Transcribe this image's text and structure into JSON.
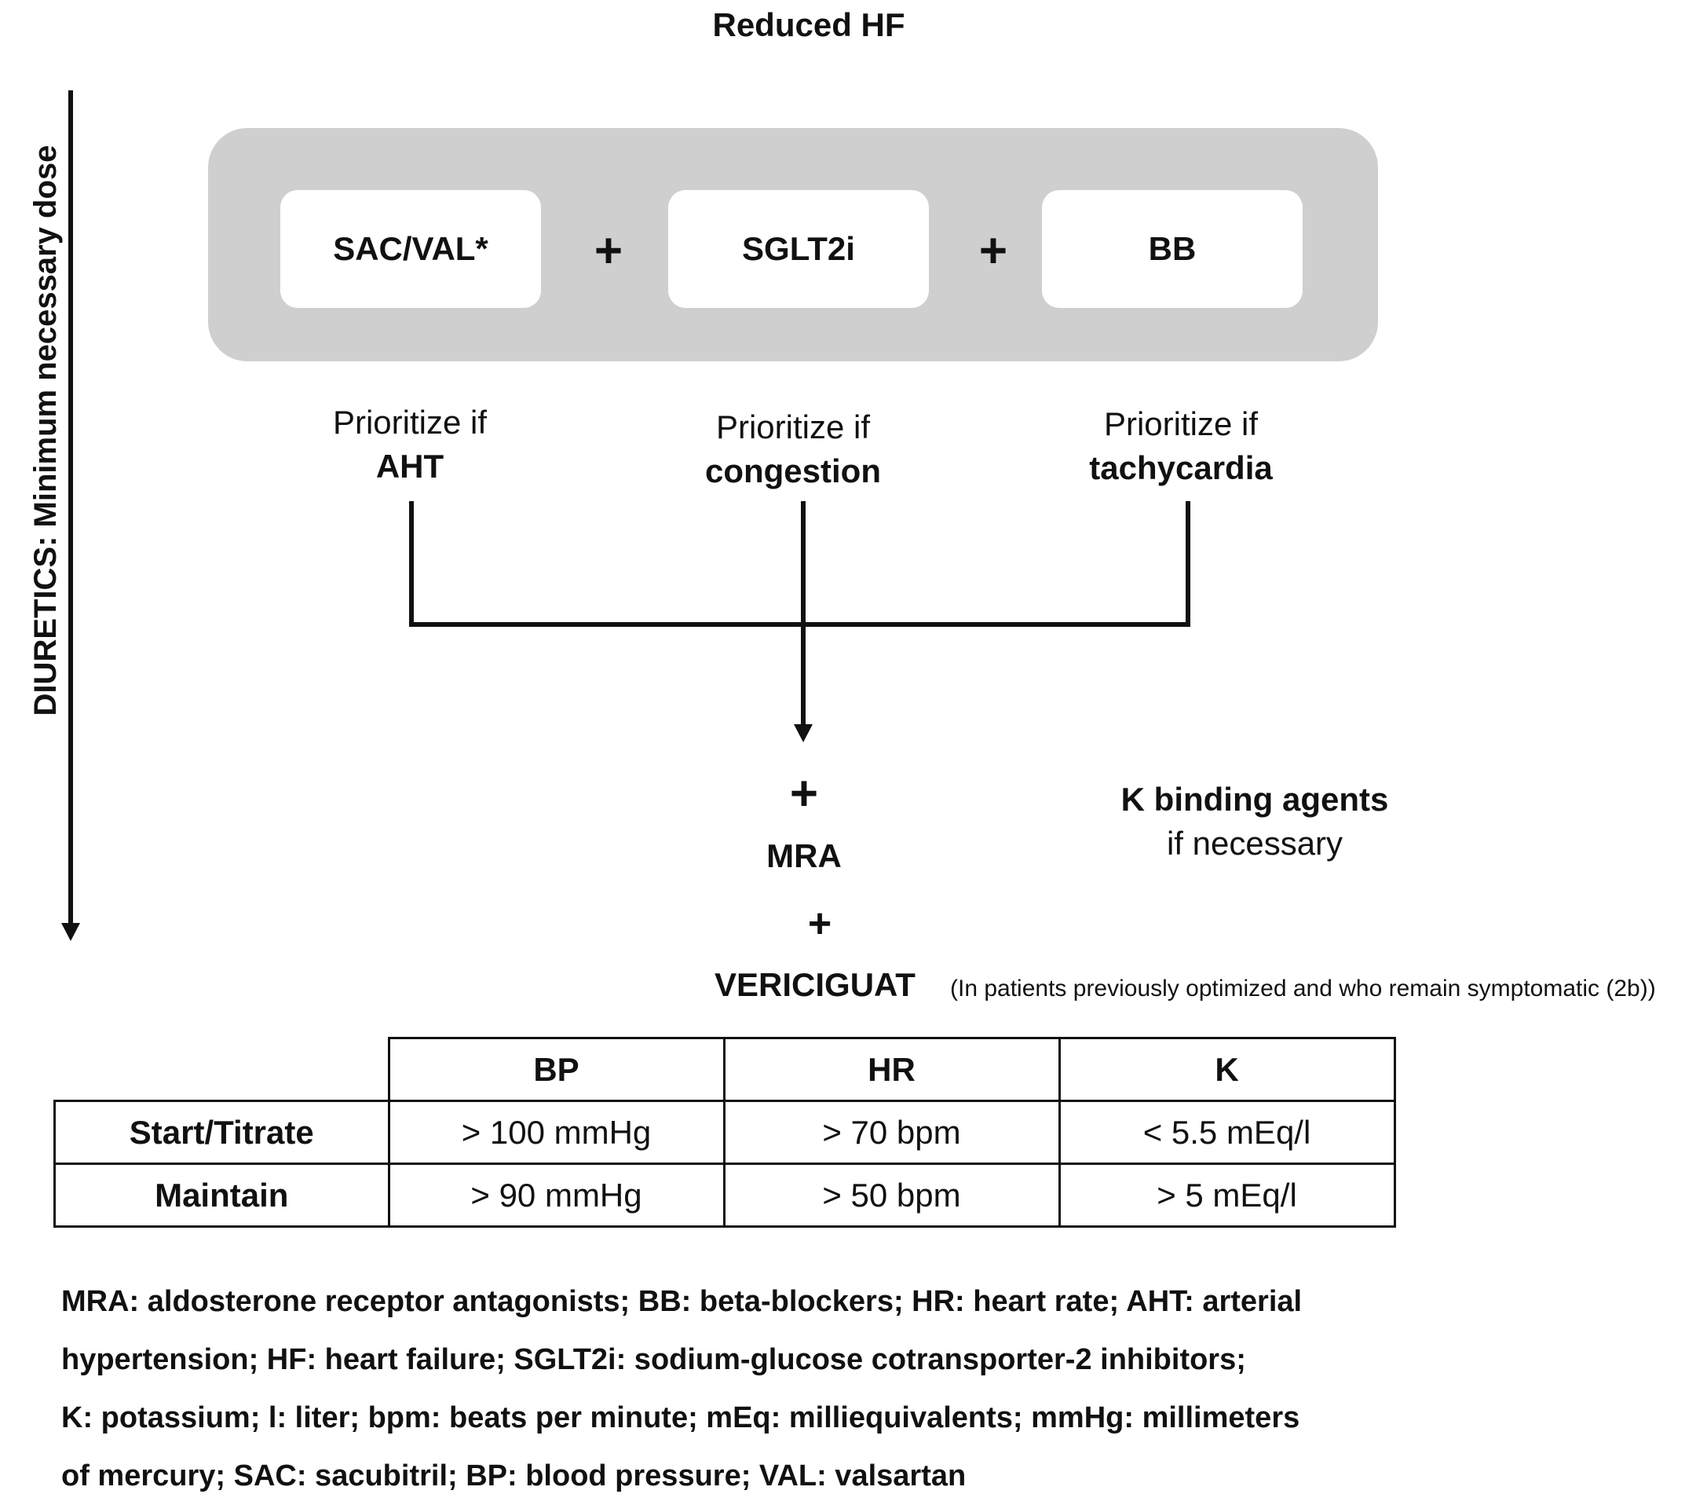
{
  "title": "Reduced HF",
  "side_label": "DIURETICS: Minimum necessary dose",
  "drugs": [
    {
      "label": "SAC/VAL*"
    },
    {
      "label": "SGLT2i"
    },
    {
      "label": "BB"
    }
  ],
  "plus_sign": "+",
  "prioritize": [
    {
      "prefix": "Prioritize if",
      "condition": "AHT"
    },
    {
      "prefix": "Prioritize if",
      "condition": "congestion"
    },
    {
      "prefix": "Prioritize if",
      "condition": "tachycardia"
    }
  ],
  "add_ons": {
    "mra": "MRA",
    "vericiguat": "VERICIGUAT",
    "vericiguat_note": "(In patients previously optimized and who remain symptomatic (2b))",
    "k_binding": "K binding agents",
    "k_binding_note": "if necessary"
  },
  "table": {
    "headers": [
      "BP",
      "HR",
      "K"
    ],
    "rows": [
      {
        "label": "Start/Titrate",
        "values": [
          "> 100 mmHg",
          "> 70 bpm",
          "< 5.5 mEq/l"
        ]
      },
      {
        "label": "Maintain",
        "values": [
          "> 90 mmHg",
          "> 50 bpm",
          "> 5 mEq/l"
        ]
      }
    ]
  },
  "legend": [
    "MRA: aldosterone receptor antagonists; BB: beta-blockers; HR: heart rate; AHT: arterial",
    "hypertension; HF: heart failure; SGLT2i: sodium-glucose cotransporter-2 inhibitors;",
    "K: potassium; l: liter; bpm: beats per minute; mEq: milliequivalents; mmHg: millimeters",
    "of mercury; SAC: sacubitril; BP: blood pressure; VAL: valsartan"
  ]
}
